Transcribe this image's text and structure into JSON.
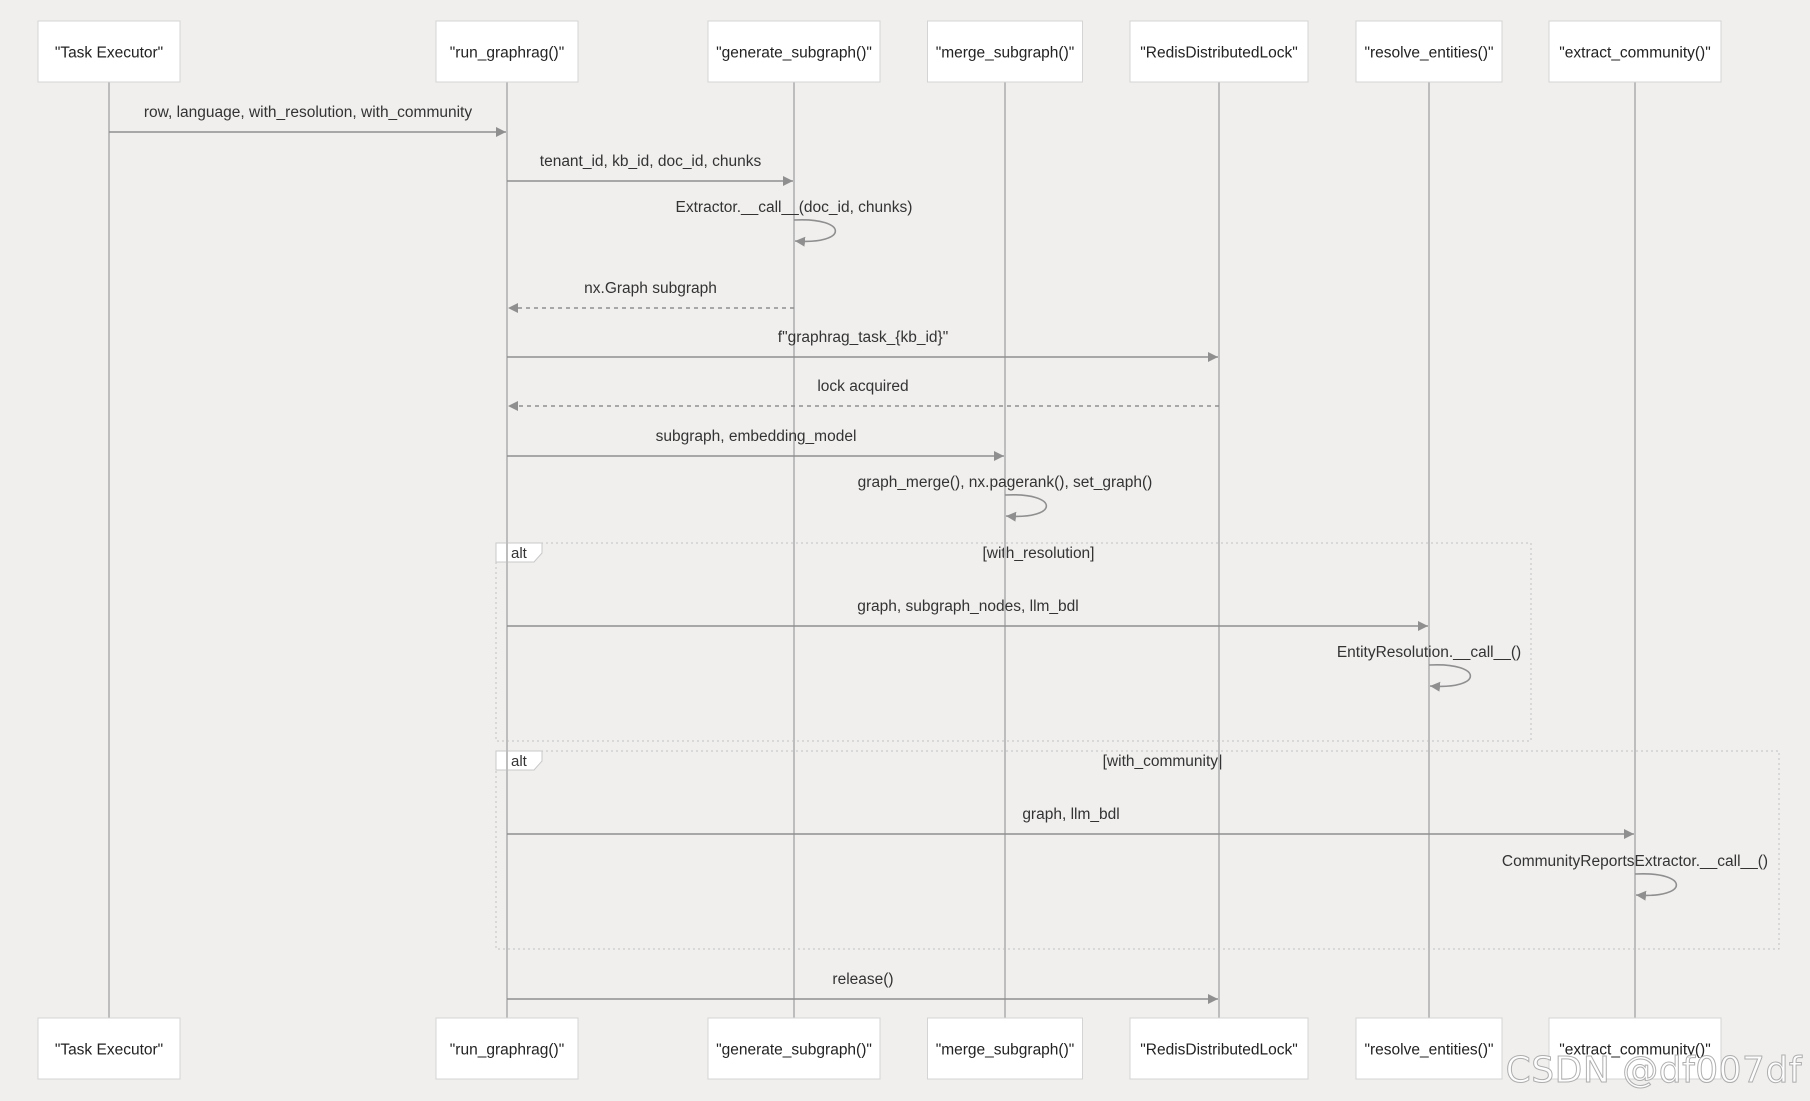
{
  "diagram": {
    "participants": [
      {
        "id": "task",
        "label": "\"Task Executor\""
      },
      {
        "id": "run",
        "label": "\"run_graphrag()\""
      },
      {
        "id": "gen",
        "label": "\"generate_subgraph()\""
      },
      {
        "id": "merge",
        "label": "\"merge_subgraph()\""
      },
      {
        "id": "lock",
        "label": "\"RedisDistributedLock\""
      },
      {
        "id": "resolve",
        "label": "\"resolve_entities()\""
      },
      {
        "id": "community",
        "label": "\"extract_community()\""
      }
    ],
    "messages": [
      {
        "from": "task",
        "to": "run",
        "text": "row, language, with_resolution, with_community",
        "kind": "sync"
      },
      {
        "from": "run",
        "to": "gen",
        "text": "tenant_id, kb_id, doc_id, chunks",
        "kind": "sync"
      },
      {
        "from": "gen",
        "to": "gen",
        "text": "Extractor.__call__(doc_id, chunks)",
        "kind": "self"
      },
      {
        "from": "gen",
        "to": "run",
        "text": "nx.Graph subgraph",
        "kind": "reply"
      },
      {
        "from": "run",
        "to": "lock",
        "text": "f\"graphrag_task_{kb_id}\"",
        "kind": "sync"
      },
      {
        "from": "lock",
        "to": "run",
        "text": "lock acquired",
        "kind": "reply"
      },
      {
        "from": "run",
        "to": "merge",
        "text": "subgraph, embedding_model",
        "kind": "sync"
      },
      {
        "from": "merge",
        "to": "merge",
        "text": "graph_merge(), nx.pagerank(), set_graph()",
        "kind": "self"
      },
      {
        "from": "run",
        "to": "resolve",
        "text": "graph, subgraph_nodes, llm_bdl",
        "kind": "sync"
      },
      {
        "from": "resolve",
        "to": "resolve",
        "text": "EntityResolution.__call__()",
        "kind": "self"
      },
      {
        "from": "run",
        "to": "community",
        "text": "graph, llm_bdl",
        "kind": "sync"
      },
      {
        "from": "community",
        "to": "community",
        "text": "CommunityReportsExtractor.__call__()",
        "kind": "self"
      },
      {
        "from": "run",
        "to": "lock",
        "text": "release()",
        "kind": "sync"
      }
    ],
    "frames": [
      {
        "keyword": "alt",
        "condition": "[with_resolution]"
      },
      {
        "keyword": "alt",
        "condition": "[with_community]"
      }
    ]
  },
  "watermark": "CSDN @df007df"
}
